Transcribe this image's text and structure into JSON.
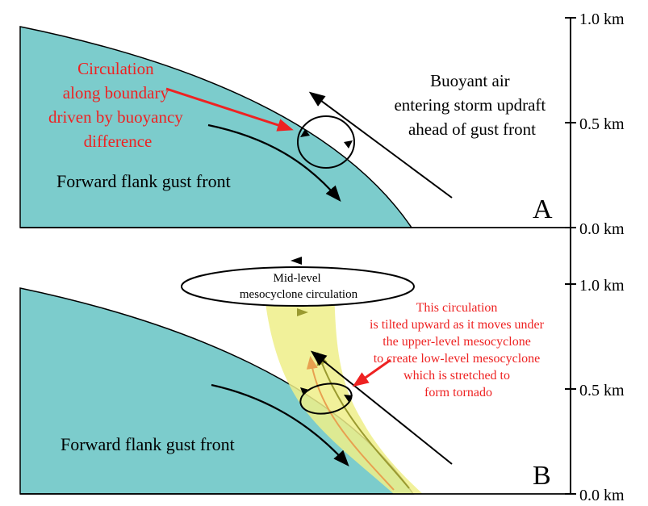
{
  "colors": {
    "gust_front_fill": "#7ccccc",
    "red_text": "#ee2222",
    "updraft_fill": "#eeee88",
    "updraft_arrow": "#e8a050",
    "updraft_arrow2": "#9a9a30"
  },
  "scale": {
    "top_km": "1.0 km",
    "mid_km": "0.5 km",
    "bottom_km": "0.0 km"
  },
  "panel_a": {
    "letter": "A",
    "gust_front_label": "Forward flank gust front",
    "circulation_label": [
      "Circulation",
      "along boundary",
      "driven by buoyancy",
      "difference"
    ],
    "buoyant_label": [
      "Buoyant air",
      "entering storm updraft",
      "ahead of gust front"
    ]
  },
  "panel_b": {
    "letter": "B",
    "gust_front_label": "Forward flank gust front",
    "mesocyclone_label": [
      "Mid-level",
      "mesocyclone circulation"
    ],
    "tilt_label": [
      "This circulation",
      "is tilted upward as it moves under",
      "the upper-level mesocyclone",
      "to create low-level mesocyclone",
      "which is stretched to",
      "form tornado"
    ]
  }
}
